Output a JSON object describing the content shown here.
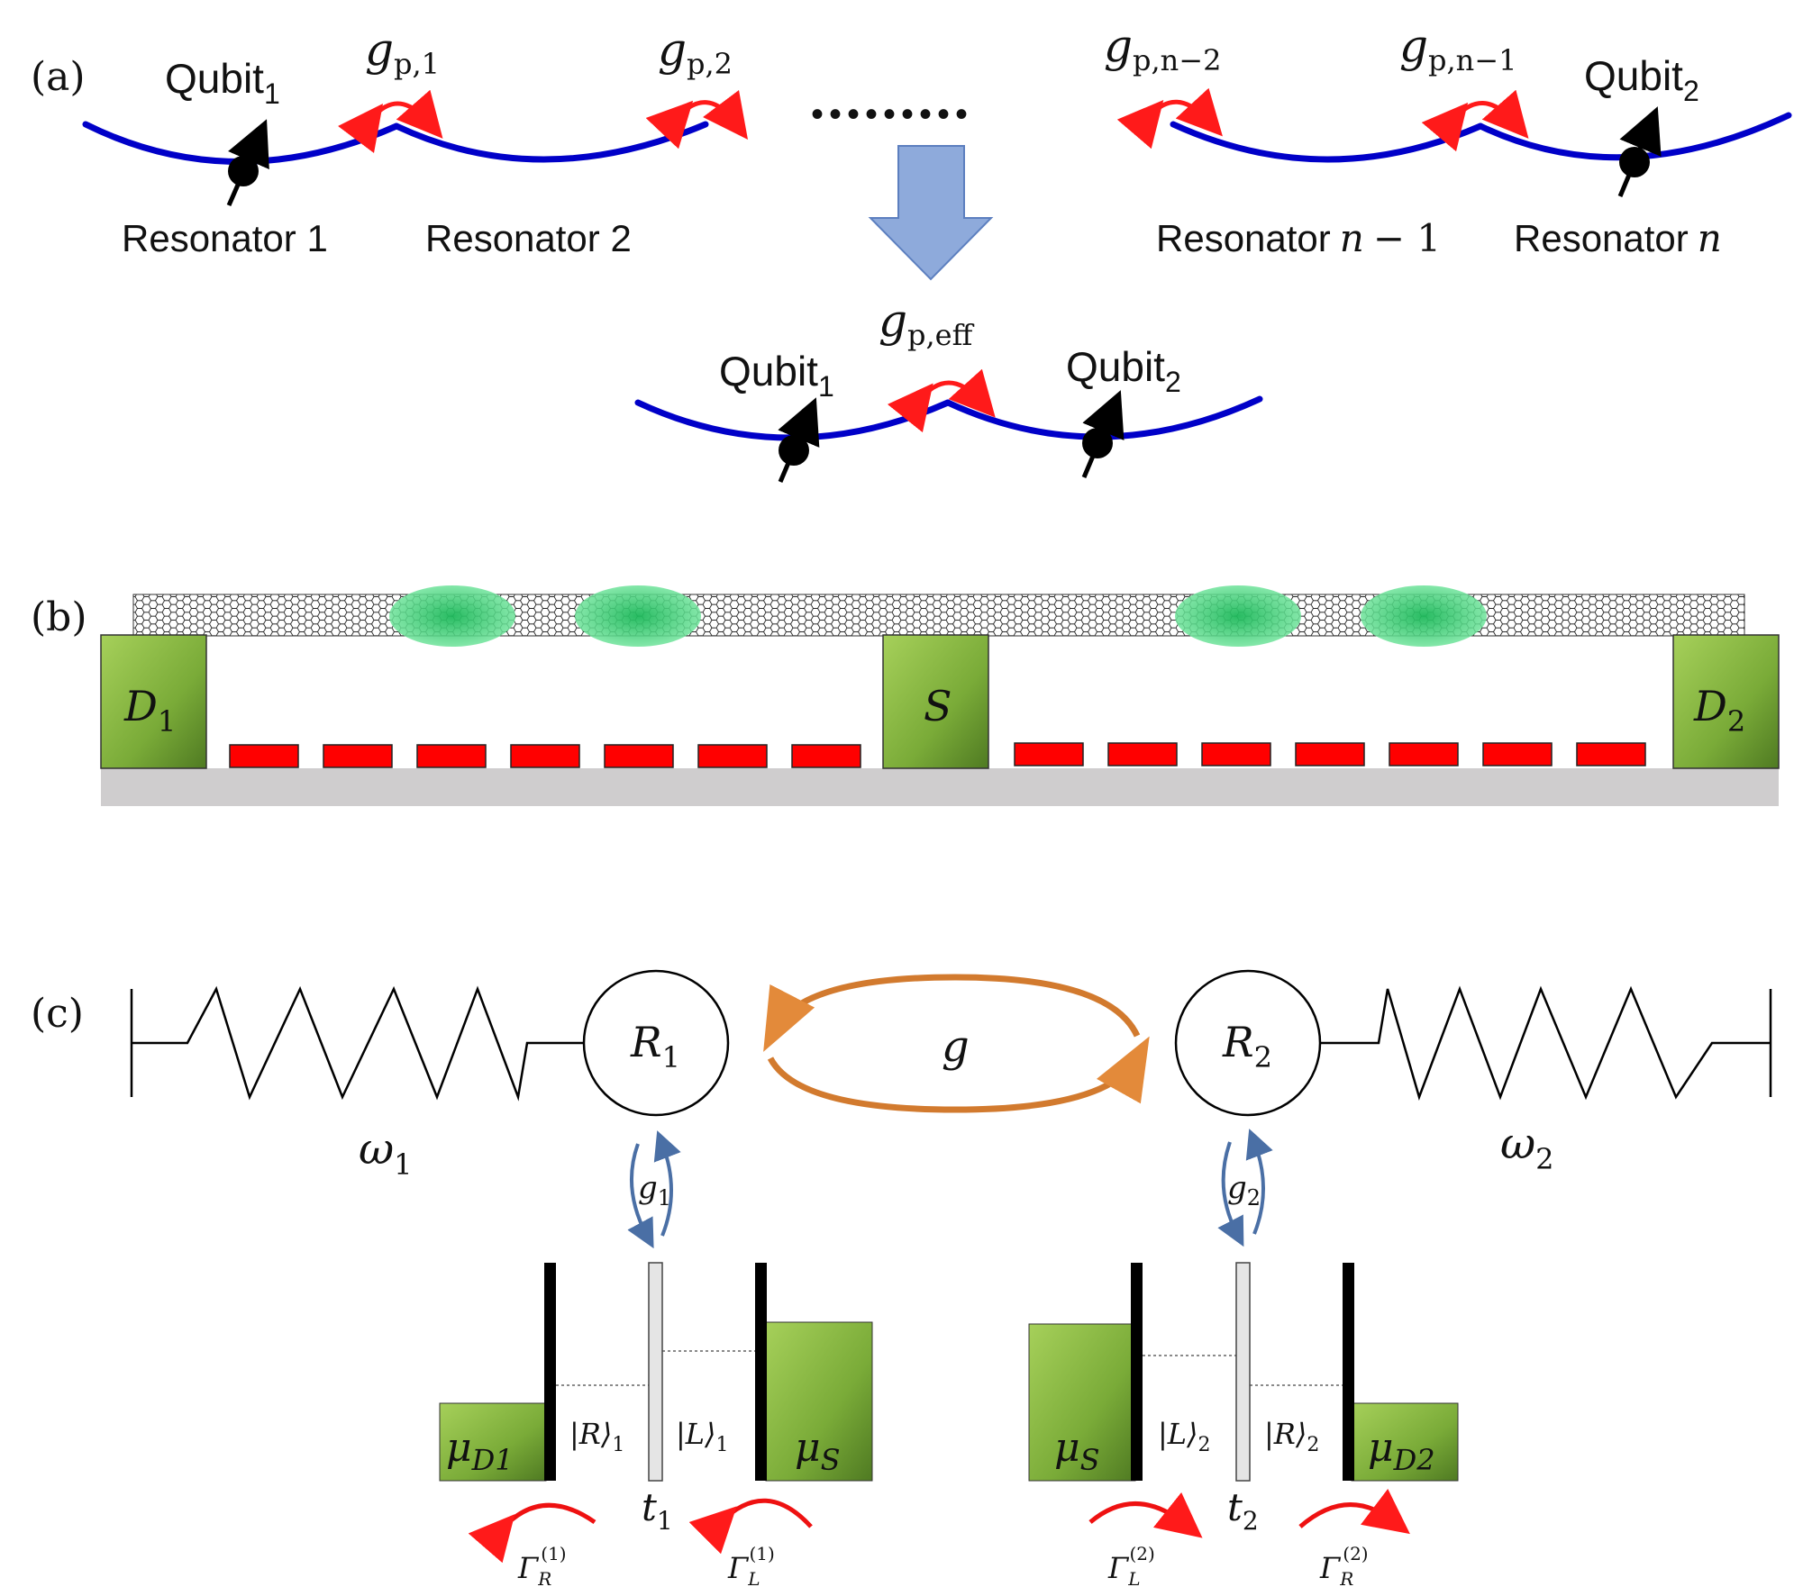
{
  "panels": {
    "a": "(a)",
    "b": "(b)",
    "c": "(c)"
  },
  "panel_a": {
    "qubit_left": "Qubit",
    "qubit_left_sub": "1",
    "qubit_right": "Qubit",
    "qubit_right_sub": "2",
    "g_symbol": "g",
    "g_sub_1": "p,1",
    "g_sub_2": "p,2",
    "g_sub_n2": "p,n−2",
    "g_sub_n1": "p,n−1",
    "ellipsis": "•••••••••",
    "resonator_1": "Resonator 1",
    "resonator_2": "Resonator 2",
    "resonator_n1_prefix": "Resonator",
    "resonator_n1_var": "n",
    "resonator_n1_suffix": "− 1",
    "resonator_n_prefix": "Resonator",
    "resonator_n_var": "n",
    "g_eff_sub": "p,eff",
    "eff_qubit_left": "Qubit",
    "eff_qubit_left_sub": "1",
    "eff_qubit_right": "Qubit",
    "eff_qubit_right_sub": "2",
    "colors": {
      "resonator": "#0000c8",
      "coupling": "#ff1a1a",
      "arrow": "#8eaadb"
    }
  },
  "panel_b": {
    "d1": "D",
    "d1_sub": "1",
    "s": "S",
    "d2": "D",
    "d2_sub": "2",
    "gates_left_count": 7,
    "gates_right_count": 7,
    "colors": {
      "contact": "#7fb03a",
      "gate": "#ff0000",
      "substrate": "#cfcdce",
      "dot": "#3fd27a"
    }
  },
  "panel_c": {
    "r1": "R",
    "r1_sub": "1",
    "r2": "R",
    "r2_sub": "2",
    "g": "g",
    "omega1": "ω",
    "omega1_sub": "1",
    "omega2": "ω",
    "omega2_sub": "2",
    "g1": "g",
    "g1_sub": "1",
    "g2": "g",
    "g2_sub": "2",
    "mu": "μ",
    "mu_d1_sub": "D1",
    "mu_s_sub": "S",
    "mu_d2_sub": "D2",
    "ket_r1": "|R⟩",
    "ket_r1_sub": "1",
    "ket_l1": "|L⟩",
    "ket_l1_sub": "1",
    "ket_l2": "|L⟩",
    "ket_l2_sub": "2",
    "ket_r2": "|R⟩",
    "ket_r2_sub": "2",
    "t1": "t",
    "t1_sub": "1",
    "t2": "t",
    "t2_sub": "2",
    "gamma": "Γ",
    "gamma_r": "R",
    "gamma_l": "L",
    "gamma_sup_1": "(1)",
    "gamma_sup_2": "(2)",
    "colors": {
      "coupling_g": "#c8702a",
      "local_g": "#4a6fa5",
      "tunnel": "#ee1111"
    }
  }
}
